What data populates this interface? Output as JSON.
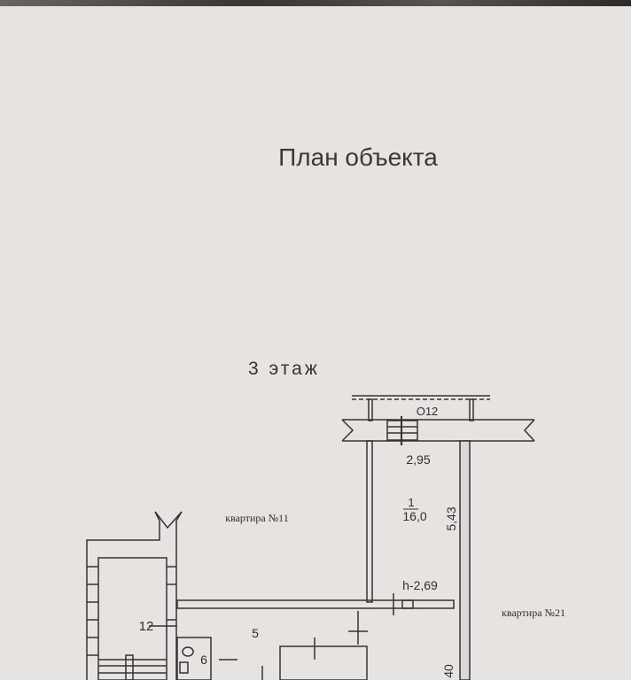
{
  "document": {
    "title": "План объекта",
    "floor": "3 этаж"
  },
  "plan": {
    "balcony_label": "О12",
    "neighbor_left": "квартира №11",
    "neighbor_right": "квартира №21",
    "room1_number": "1",
    "room1_area": "16,0",
    "room1_width": "2,95",
    "room1_length": "5,43",
    "ceiling_height": "h-2,69",
    "room_5": "5",
    "room_6": "6",
    "room_12": "12",
    "dimension_partial": "40"
  }
}
